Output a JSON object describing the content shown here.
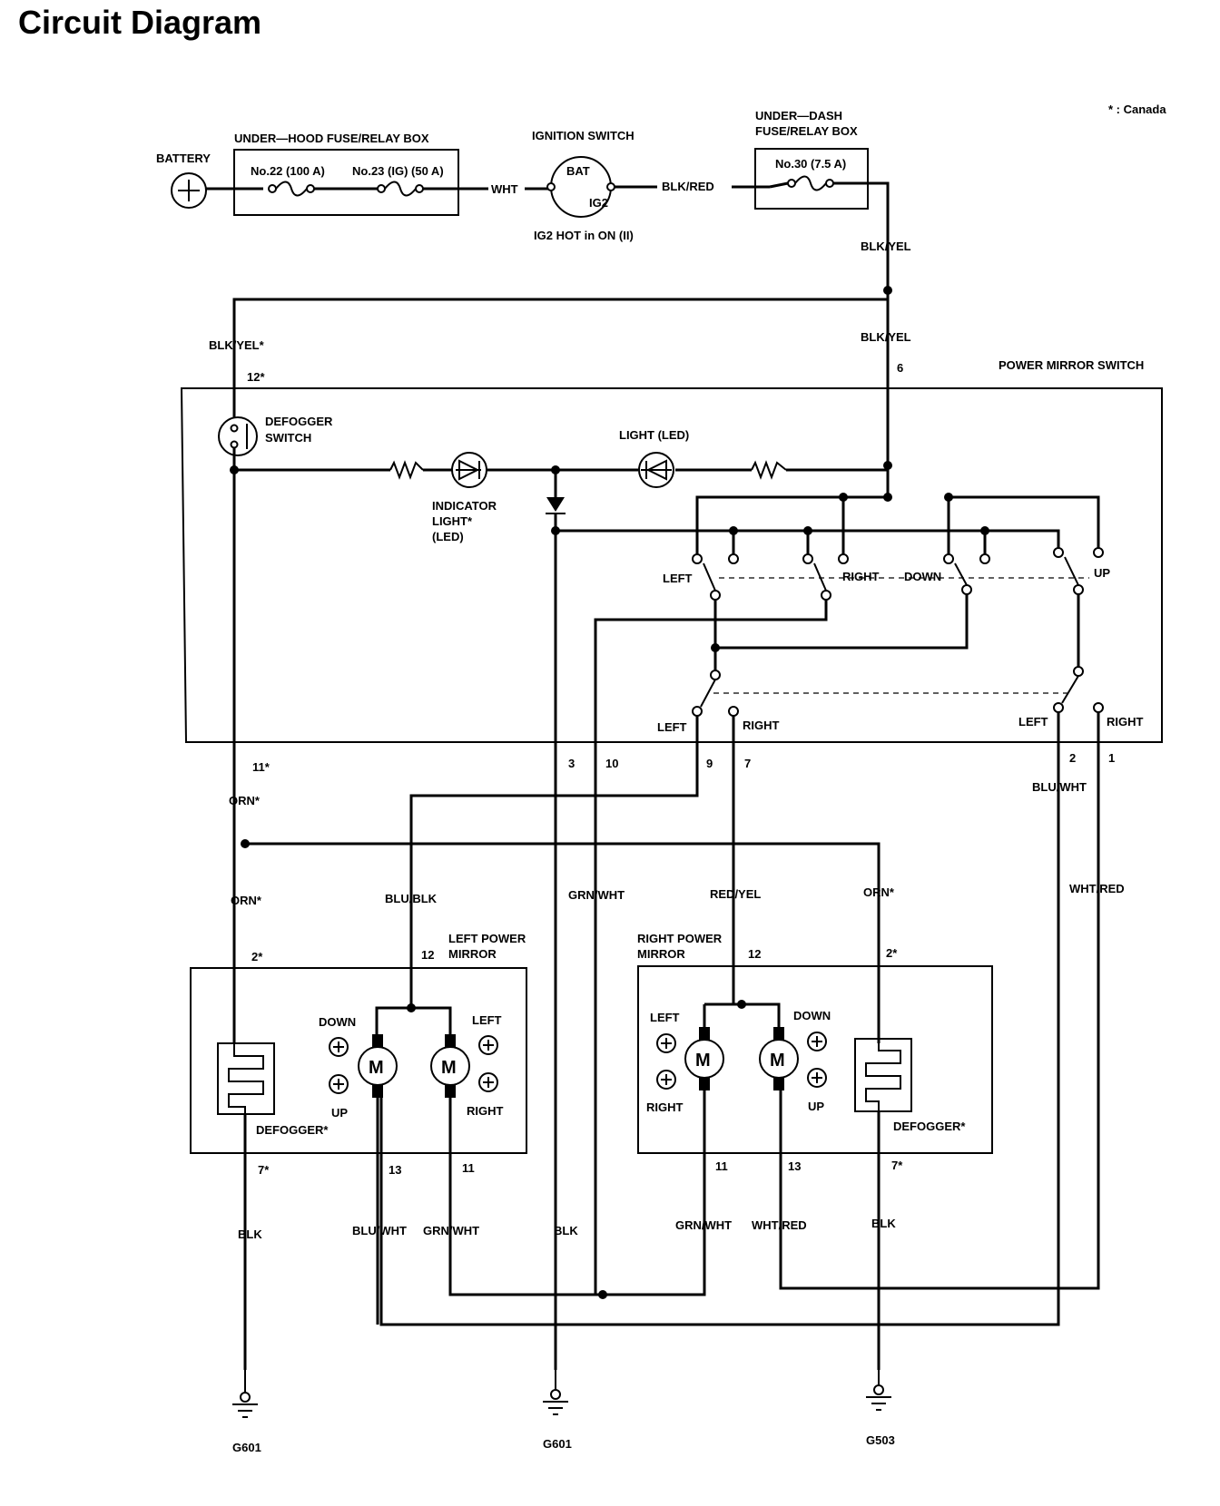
{
  "title": "Circuit Diagram",
  "note": "* : Canada",
  "labels": {
    "battery": "BATTERY",
    "under_hood_box": "UNDER—HOOD FUSE/RELAY BOX",
    "fuse_22": "No.22 (100 A)",
    "fuse_23": "No.23 (IG) (50 A)",
    "ignition_switch": "IGNITION SWITCH",
    "bat": "BAT",
    "ig2": "IG2",
    "ig2_hot": "IG2 HOT in ON (II)",
    "under_dash_1": "UNDER—DASH",
    "under_dash_2": "FUSE/RELAY BOX",
    "fuse_30": "No.30 (7.5 A)",
    "power_mirror_switch": "POWER MIRROR SWITCH",
    "defogger_switch_1": "DEFOGGER",
    "defogger_switch_2": "SWITCH",
    "light_led": "LIGHT (LED)",
    "indicator_1": "INDICATOR",
    "indicator_2": "LIGHT*",
    "indicator_3": "(LED)",
    "left": "LEFT",
    "right": "RIGHT",
    "down": "DOWN",
    "up": "UP",
    "left_mirror_1": "LEFT POWER",
    "left_mirror_2": "MIRROR",
    "right_mirror_1": "RIGHT POWER",
    "right_mirror_2": "MIRROR",
    "defogger": "DEFOGGER*",
    "motor": "M",
    "g601": "G601",
    "g503": "G503"
  },
  "wires": {
    "wht": "WHT",
    "blk_red": "BLK/RED",
    "blk_yel": "BLK/YEL",
    "blk_yel_ca": "BLK/YEL*",
    "orn_ca": "ORN*",
    "blu_blk": "BLU/BLK",
    "grn_wht": "GRN/WHT",
    "red_yel": "RED/YEL",
    "blu_wht": "BLU/WHT",
    "wht_red": "WHT/RED",
    "blk": "BLK"
  },
  "pins": {
    "p12ca": "12*",
    "p6": "6",
    "p11ca": "11*",
    "p3": "3",
    "p10": "10",
    "p9": "9",
    "p7": "7",
    "p2": "2",
    "p1": "1",
    "p2ca": "2*",
    "p12": "12",
    "p7ca": "7*",
    "p13": "13",
    "p11": "11"
  }
}
